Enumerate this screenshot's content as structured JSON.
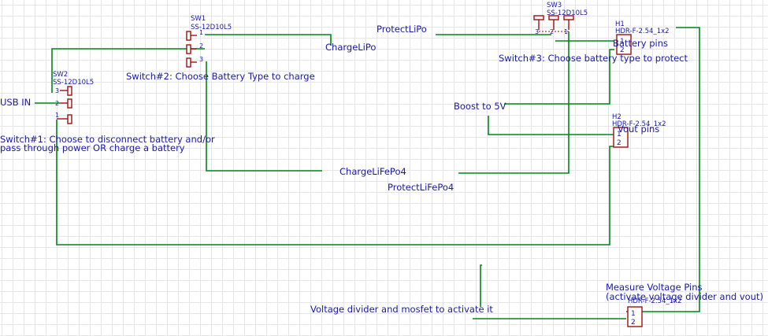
{
  "components": {
    "sw1": {
      "ref": "SW1",
      "value": "SS-12D10L5"
    },
    "sw2": {
      "ref": "SW2",
      "value": "SS-12D10L5"
    },
    "sw3": {
      "ref": "SW3",
      "value": "SS-12D10L5"
    },
    "h1": {
      "ref": "H1",
      "value": "HDR-F-2.54_1x2",
      "label": "Battery pins"
    },
    "h2": {
      "ref": "H2",
      "value": "HDR-F-2.54_1x2",
      "label": "Vout pins"
    },
    "h3": {
      "value": "HDR-F-2.54_1x2",
      "label": "Measure Voltage Pins",
      "label2": "(activate voltage divider and vout)"
    }
  },
  "pins": {
    "p1": "1",
    "p2": "2",
    "p3": "3"
  },
  "nets": {
    "usb_in": "USB IN",
    "charge_lipo": "ChargeLiPo",
    "charge_lifepo4": "ChargeLiFePo4",
    "protect_lipo": "ProtectLiPo",
    "protect_lifepo4": "ProtectLiFePo4",
    "boost_5v": "Boost to 5V",
    "voltage_divider": "Voltage divider and mosfet to activate it"
  },
  "notes": {
    "switch1_line1": "Switch#1: Choose to disconnect battery and/or",
    "switch1_line2": "pass through power OR charge a battery",
    "switch2": "Switch#2: Choose Battery Type to charge",
    "switch3": "Switch#3: Choose battery type to protect"
  },
  "colors": {
    "wire": "#00861c",
    "symbol": "#a01010",
    "text": "#1a1aa6",
    "grid": "#e6e6e6"
  }
}
